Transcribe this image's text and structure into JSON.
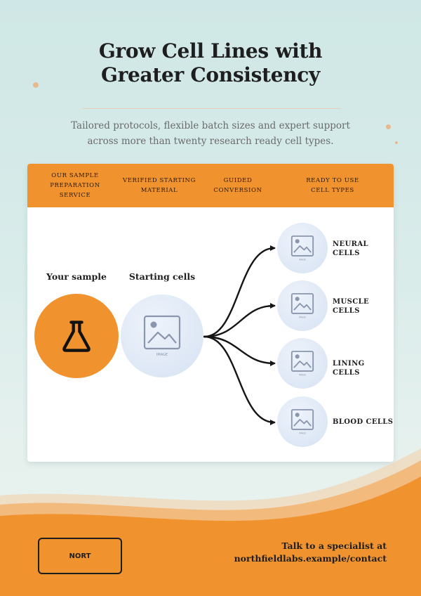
{
  "header": {
    "title_line1": "Grow Cell Lines with",
    "title_line2": "Greater Consistency",
    "subtitle_line1": "Tailored protocols, flexible batch sizes and expert support",
    "subtitle_line2": "across more than twenty research ready cell types."
  },
  "steps": [
    {
      "line1": "Our sample",
      "line2": "preparation",
      "line3": "service"
    },
    {
      "line1": "Verified starting",
      "line2": "material"
    },
    {
      "line1": "Guided",
      "line2": "conversion"
    },
    {
      "line1": "Ready to use",
      "line2": "cell types"
    }
  ],
  "diagram": {
    "sample_label": "Your sample",
    "start_label": "Starting cells",
    "start_image_label": "IMAGE",
    "sample_icon": "flask-icon",
    "cells": [
      {
        "line1": "Neural",
        "line2": "cells",
        "image_label": "IMAGE"
      },
      {
        "line1": "Muscle",
        "line2": "cells",
        "image_label": "IMAGE"
      },
      {
        "line1": "Lining cells",
        "line2": "",
        "image_label": "IMAGE"
      },
      {
        "line1": "Blood cells",
        "line2": "",
        "image_label": "IMAGE"
      }
    ]
  },
  "footer": {
    "logo_text": "NORT",
    "contact_line1": "Talk to a specialist at",
    "contact_line2": "northfieldlabs.example/contact"
  },
  "colors": {
    "accent": "#f0922e",
    "background": "#d6ebe9",
    "circle_fill": "#dde7f5",
    "text": "#1e1e1e"
  }
}
